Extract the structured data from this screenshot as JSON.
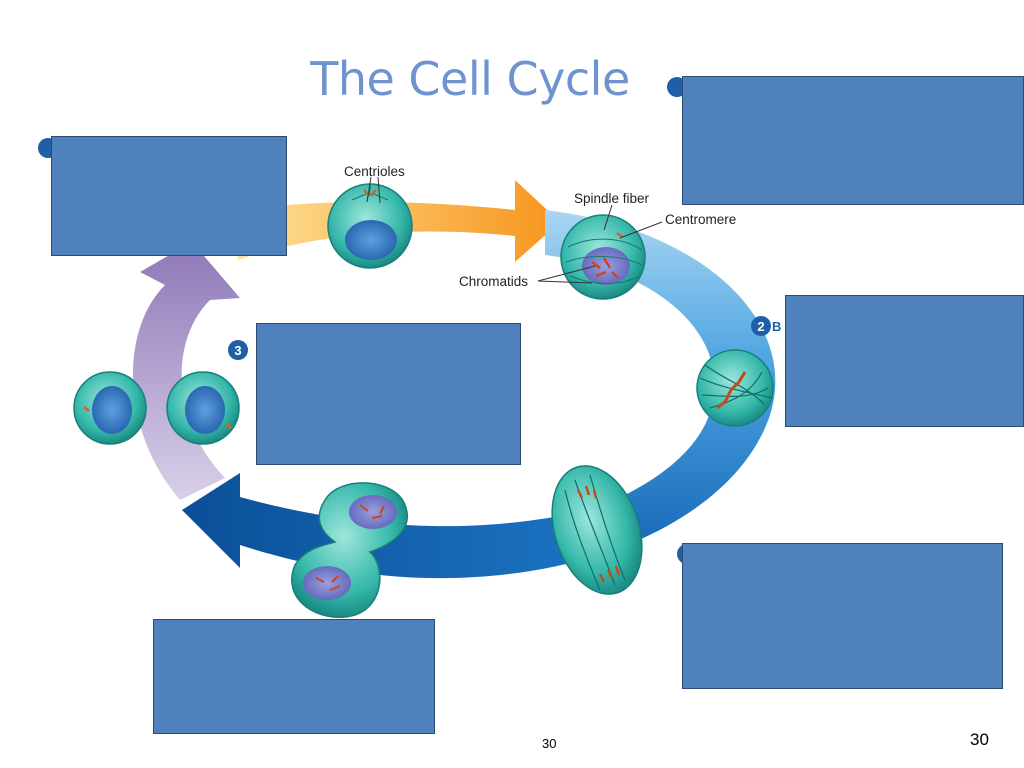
{
  "slide": {
    "title": "The Cell Cycle",
    "page_number_footer": "30",
    "page_number_corner": "30"
  },
  "labels": {
    "centrioles": "Centrioles",
    "spindle_fiber": "Spindle fiber",
    "centromere": "Centromere",
    "chromatids": "Chromatids"
  },
  "steps": {
    "step_2": "2",
    "step_2_suffix": "B",
    "step_3": "3"
  },
  "colors": {
    "title": "#6f93cf",
    "cover_box": "#4f81bd",
    "arrow_orange": "#f7941d",
    "arrow_light_blue": "#6fb6e8",
    "arrow_dark_blue": "#0d5fa6",
    "arrow_purple": "#9b86c0",
    "cell_teal": "#2ab3a6",
    "step_badge": "#1f5fa8"
  }
}
